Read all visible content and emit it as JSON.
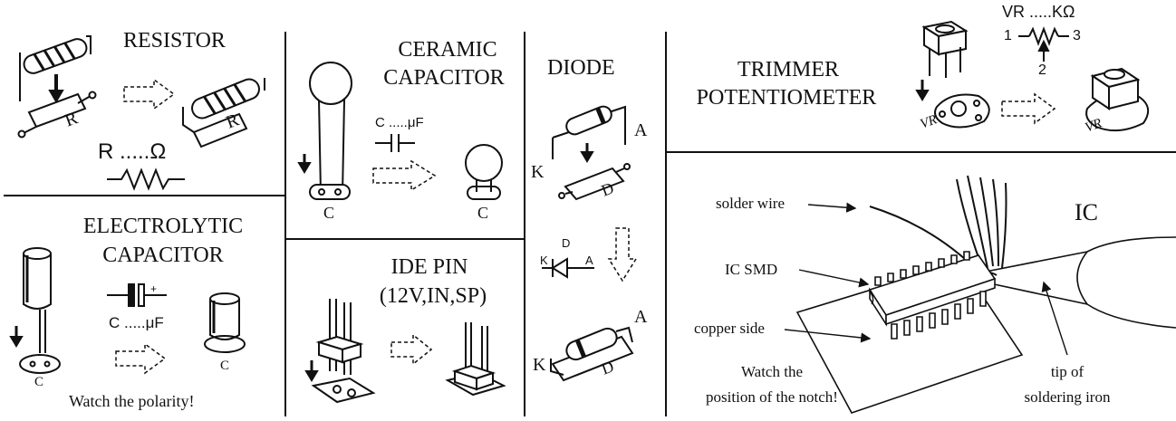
{
  "sections": {
    "resistor": {
      "title": "RESISTOR",
      "symbol_label": "R .....Ω",
      "part_label": "R",
      "board_label": "R"
    },
    "electrolytic": {
      "title_line1": "ELECTROLYTIC",
      "title_line2": "CAPACITOR",
      "value_label": "C .....μF",
      "pad_label": "C",
      "board_label": "C",
      "plus_sign": "+",
      "note": "Watch the polarity!"
    },
    "ceramic": {
      "title_line1": "CERAMIC",
      "title_line2": "CAPACITOR",
      "value_label": "C .....μF",
      "pad_label": "C",
      "board_label": "C"
    },
    "ide_pin": {
      "title_line1": "IDE PIN",
      "title_line2": "(12V,IN,SP)"
    },
    "diode": {
      "title": "DIODE",
      "anode_top": "A",
      "cathode_top": "K",
      "part_label_top": "D",
      "symbol_k": "K",
      "symbol_d": "D",
      "symbol_a": "A",
      "anode_bottom": "A",
      "cathode_bottom": "K",
      "part_label_bottom": "D"
    },
    "trimmer": {
      "title_line1": "TRIMMER",
      "title_line2": "POTENTIOMETER",
      "value_label": "VR .....KΩ",
      "pin1": "1",
      "pin2": "2",
      "pin3": "3",
      "pad_label": "VR",
      "board_label": "VR"
    },
    "ic": {
      "title": "IC",
      "solder_wire": "solder wire",
      "ic_smd": "IC SMD",
      "copper_side": "copper side",
      "notch_line1": "Watch the",
      "notch_line2": "position of the notch!",
      "tip_line1": "tip of",
      "tip_line2": "soldering iron"
    }
  },
  "colors": {
    "ink": "#111111",
    "background": "#ffffff"
  }
}
